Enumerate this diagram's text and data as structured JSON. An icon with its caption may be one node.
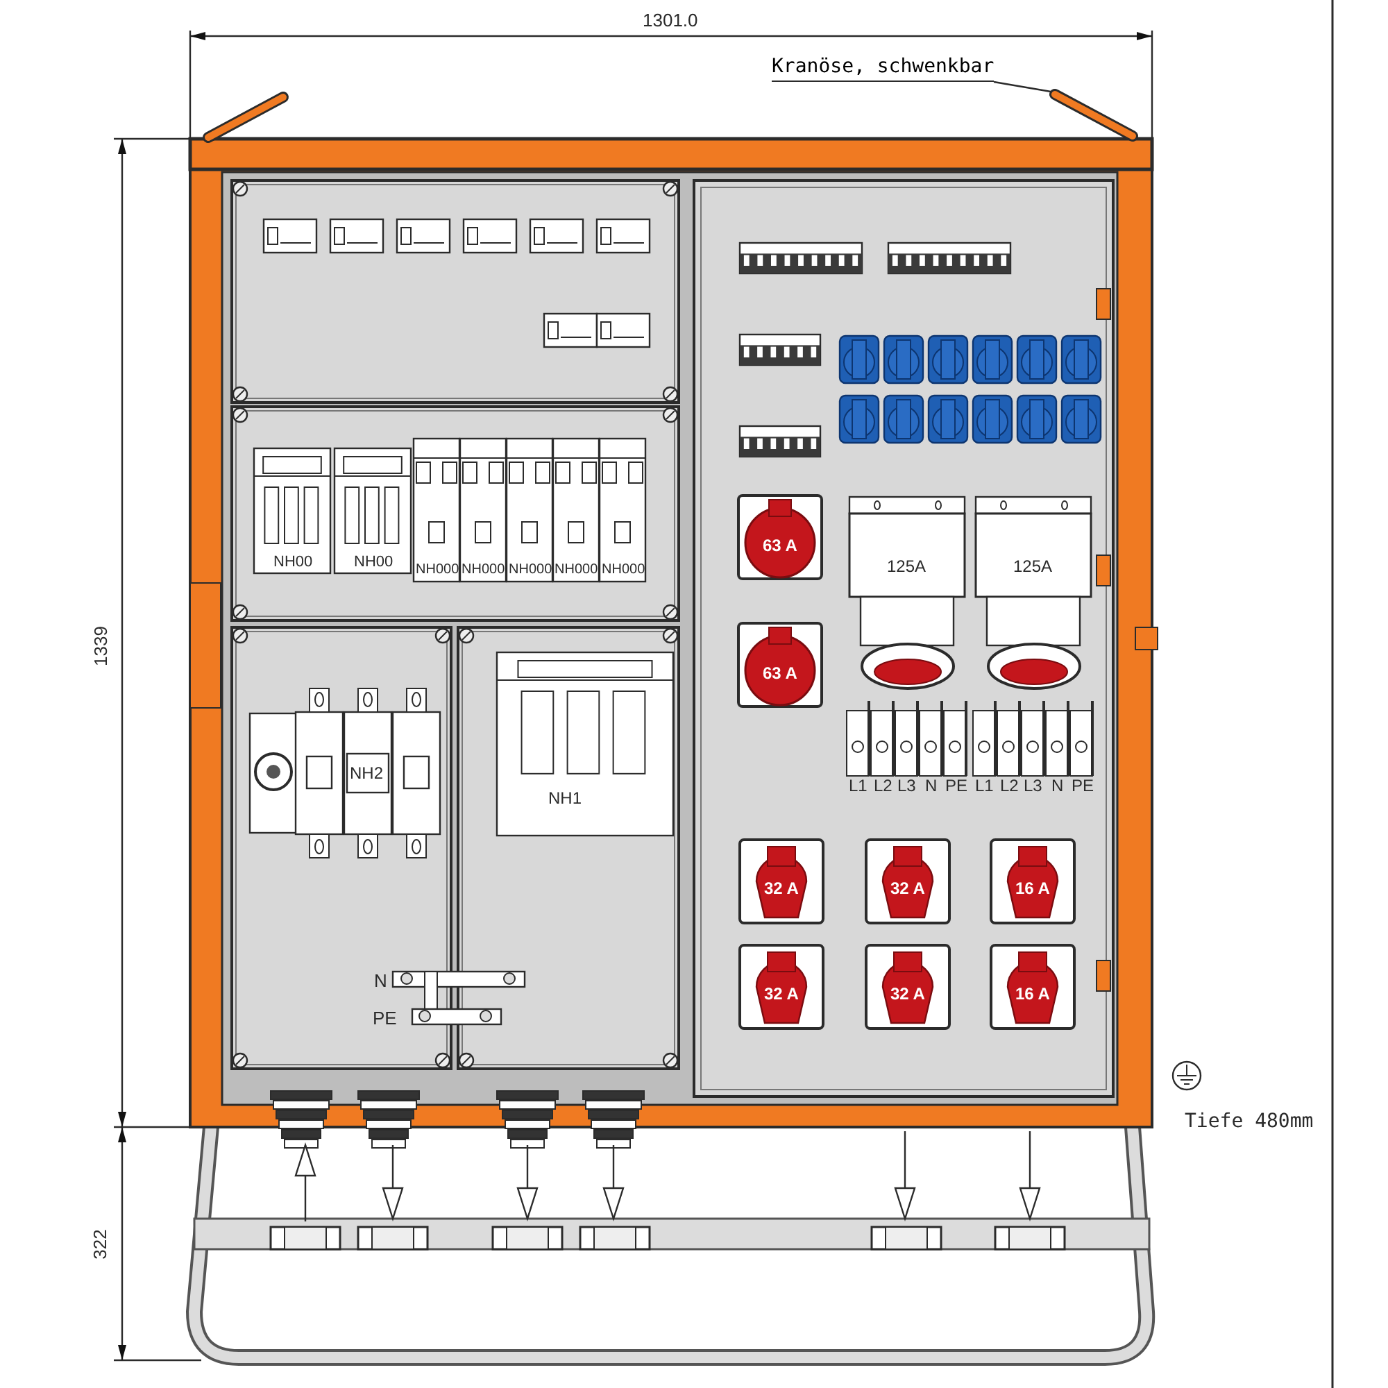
{
  "diagram": {
    "nodes": [
      {
        "text": [
          "Kranöse, schwenkbar"
        ]
      },
      {
        "text": [],
        "shape": "bar"
      }
    ],
    "edges": [
      {
        "from": 0,
        "to": 1,
        "arrow": "none"
      }
    ],
    "labels": [
      "1301.0",
      "1339",
      "NH00",
      "NH00",
      "NH000",
      "NH000",
      "NH000",
      "NH000",
      "NH000",
      "63 A",
      "125A",
      "125A",
      "63 A",
      "NH2",
      "NH1",
      "L1",
      "L2",
      "L3",
      "N",
      "PE",
      "L1",
      "L2",
      "L3",
      "N",
      "PE",
      "32 A",
      "32 A",
      "16 A",
      "32 A",
      "32 A",
      "16 A",
      "N",
      "PE",
      "Tiefe 480mm",
      "322"
    ]
  }
}
